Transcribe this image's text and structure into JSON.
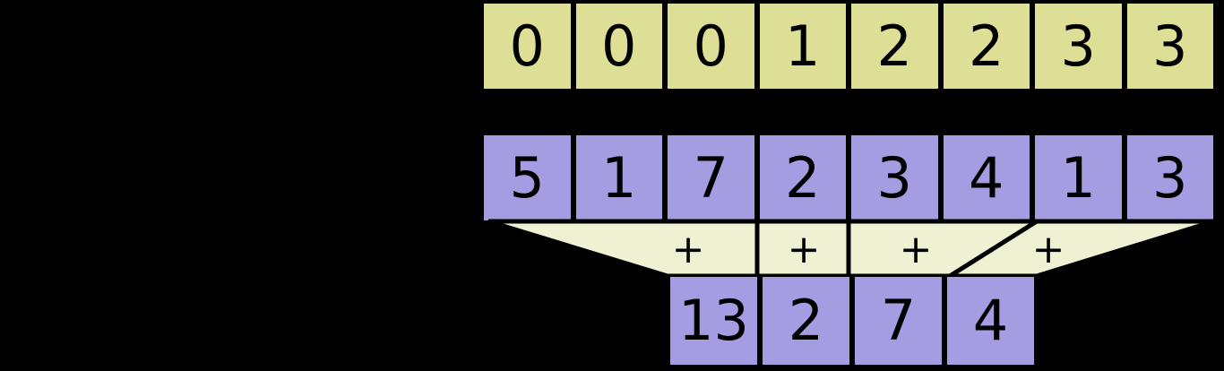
{
  "diagram": {
    "title": "segment-tree-merge-step",
    "background_color": "#000000",
    "colors": {
      "index_cell": "#dedf96",
      "value_cell": "#a49de1",
      "funnel": "#f0f0d2",
      "stroke": "#000000"
    }
  },
  "index_row": {
    "name": "index-row",
    "fill": "#dedf96",
    "cells": [
      "0",
      "0",
      "0",
      "1",
      "2",
      "2",
      "3",
      "3"
    ]
  },
  "input_row": {
    "name": "input-row",
    "fill": "#a49de1",
    "cells": [
      "5",
      "1",
      "7",
      "2",
      "3",
      "4",
      "1",
      "3"
    ]
  },
  "merge_funnel": {
    "name": "merge-funnel",
    "fill": "#f0f0d2",
    "operators": [
      "+",
      "+",
      "+",
      "+"
    ]
  },
  "result_row": {
    "name": "result-row",
    "fill": "#a49de1",
    "cells": [
      "13",
      "2",
      "7",
      "4"
    ]
  }
}
